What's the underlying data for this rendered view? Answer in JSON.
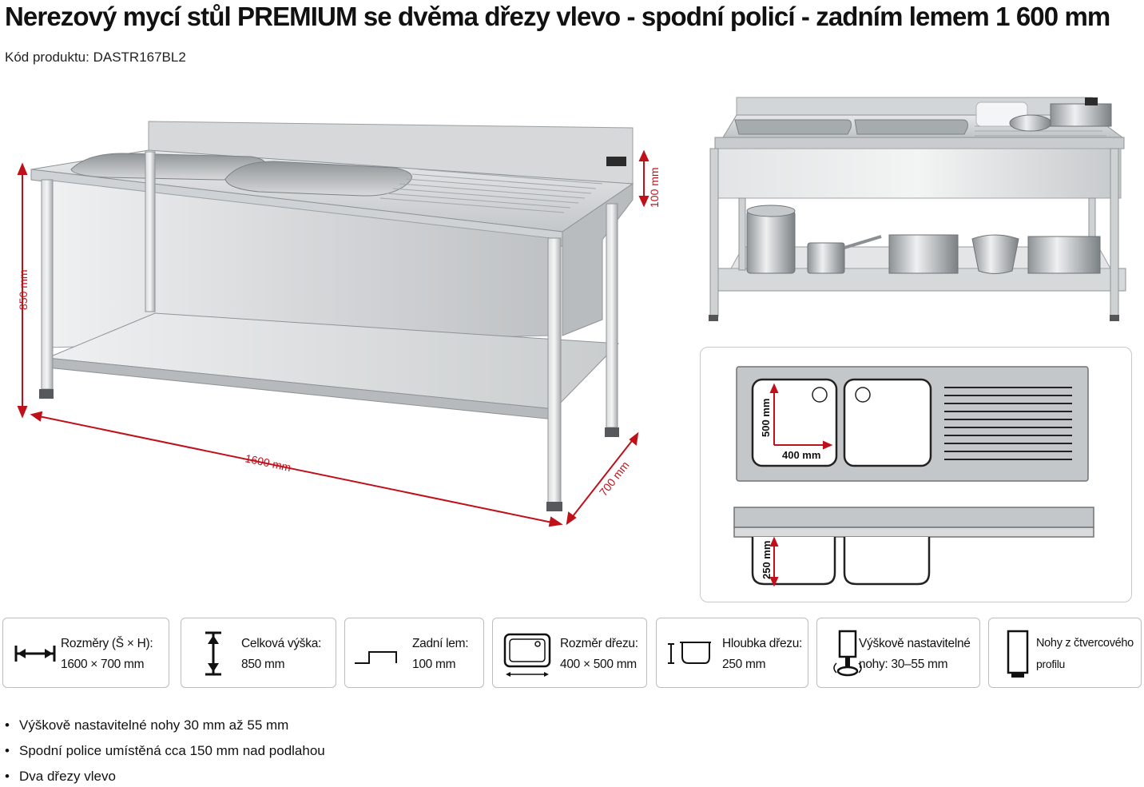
{
  "header": {
    "title": "Nerezový mycí stůl PREMIUM se dvěma dřezy vlevo - spodní policí - zadním lemem 1 600 mm",
    "code": "Kód produktu: DASTR167BL2"
  },
  "main_figure": {
    "dim_width": "1600 mm",
    "dim_depth": "700 mm",
    "dim_height": "850 mm",
    "dim_backsplash": "100 mm"
  },
  "diagram": {
    "sink_height": "500 mm",
    "sink_width": "400 mm",
    "sink_depth": "250 mm"
  },
  "specs": [
    {
      "icon": "width-arrows-icon",
      "label": "Rozměry (Š × H):",
      "value": "1600 × 700 mm"
    },
    {
      "icon": "height-arrow-icon",
      "label": "Celková výška:",
      "value": "850 mm"
    },
    {
      "icon": "backsplash-icon",
      "label": "Zadní lem:",
      "value": "100 mm"
    },
    {
      "icon": "sink-size-icon",
      "label": "Rozměr dřezu:",
      "value": "400 × 500 mm"
    },
    {
      "icon": "sink-depth-icon",
      "label": "Hloubka dřezu:",
      "value": "250 mm"
    },
    {
      "icon": "adjustable-foot-icon",
      "label": "Výškově nastavitelné",
      "value": "nohy: 30–55 mm"
    },
    {
      "icon": "square-leg-icon",
      "label": "Nohy z čtvercového",
      "value": "profilu"
    }
  ],
  "features": [
    "Výškově nastavitelné nohy 30 mm až 55 mm",
    "Spodní police umístěná cca 150 mm nad podlahou",
    "Dva dřezy vlevo"
  ],
  "colors": {
    "dimension": "#c0101a",
    "steel": "#c9ccce"
  }
}
